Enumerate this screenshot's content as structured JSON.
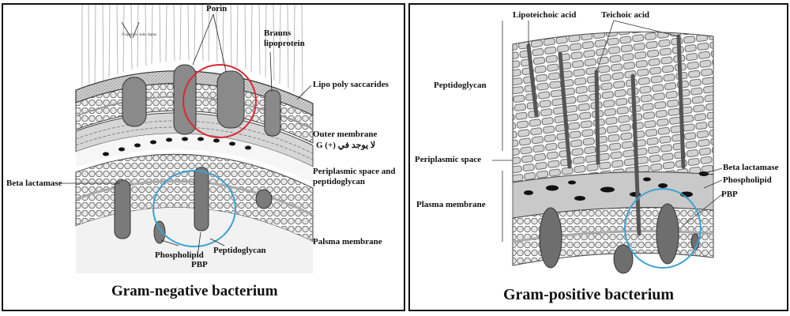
{
  "left": {
    "caption": "Gram-negative bacterium",
    "labels": {
      "porin": "Porin",
      "braun": "Brauns lipoprotein",
      "lps": "Lipo poly saccarides",
      "outer_membrane": "Outer membrane",
      "g_plus": "G (+) لا يوجد في",
      "periplasmic": "Periplasmic space and peptidoglycan",
      "beta_lactamase": "Beta lactamase",
      "phospholipid": "Phospholipid",
      "pbp": "PBP",
      "peptidoglycan": "Peptidoglycan",
      "plasma_membrane": "Palsma membrane",
      "o_specific": "O-specific side chains"
    }
  },
  "right": {
    "caption": "Gram-positive bacterium",
    "labels": {
      "lipoteichoic": "Lipoteichoic acid",
      "teichoic": "Teichoic acid",
      "peptidoglycan": "Peptidoglycan",
      "periplasmic": "Periplasmic space",
      "plasma_membrane": "Plasma membrane",
      "beta_lactamase": "Beta lactamase",
      "phospholipid": "Phospholipid",
      "pbp": "PBP"
    }
  },
  "colors": {
    "circle_red": "#d9282f",
    "circle_blue": "#3ba3d0",
    "protein": "#7a7a7a",
    "head": "#e6e6e6"
  }
}
